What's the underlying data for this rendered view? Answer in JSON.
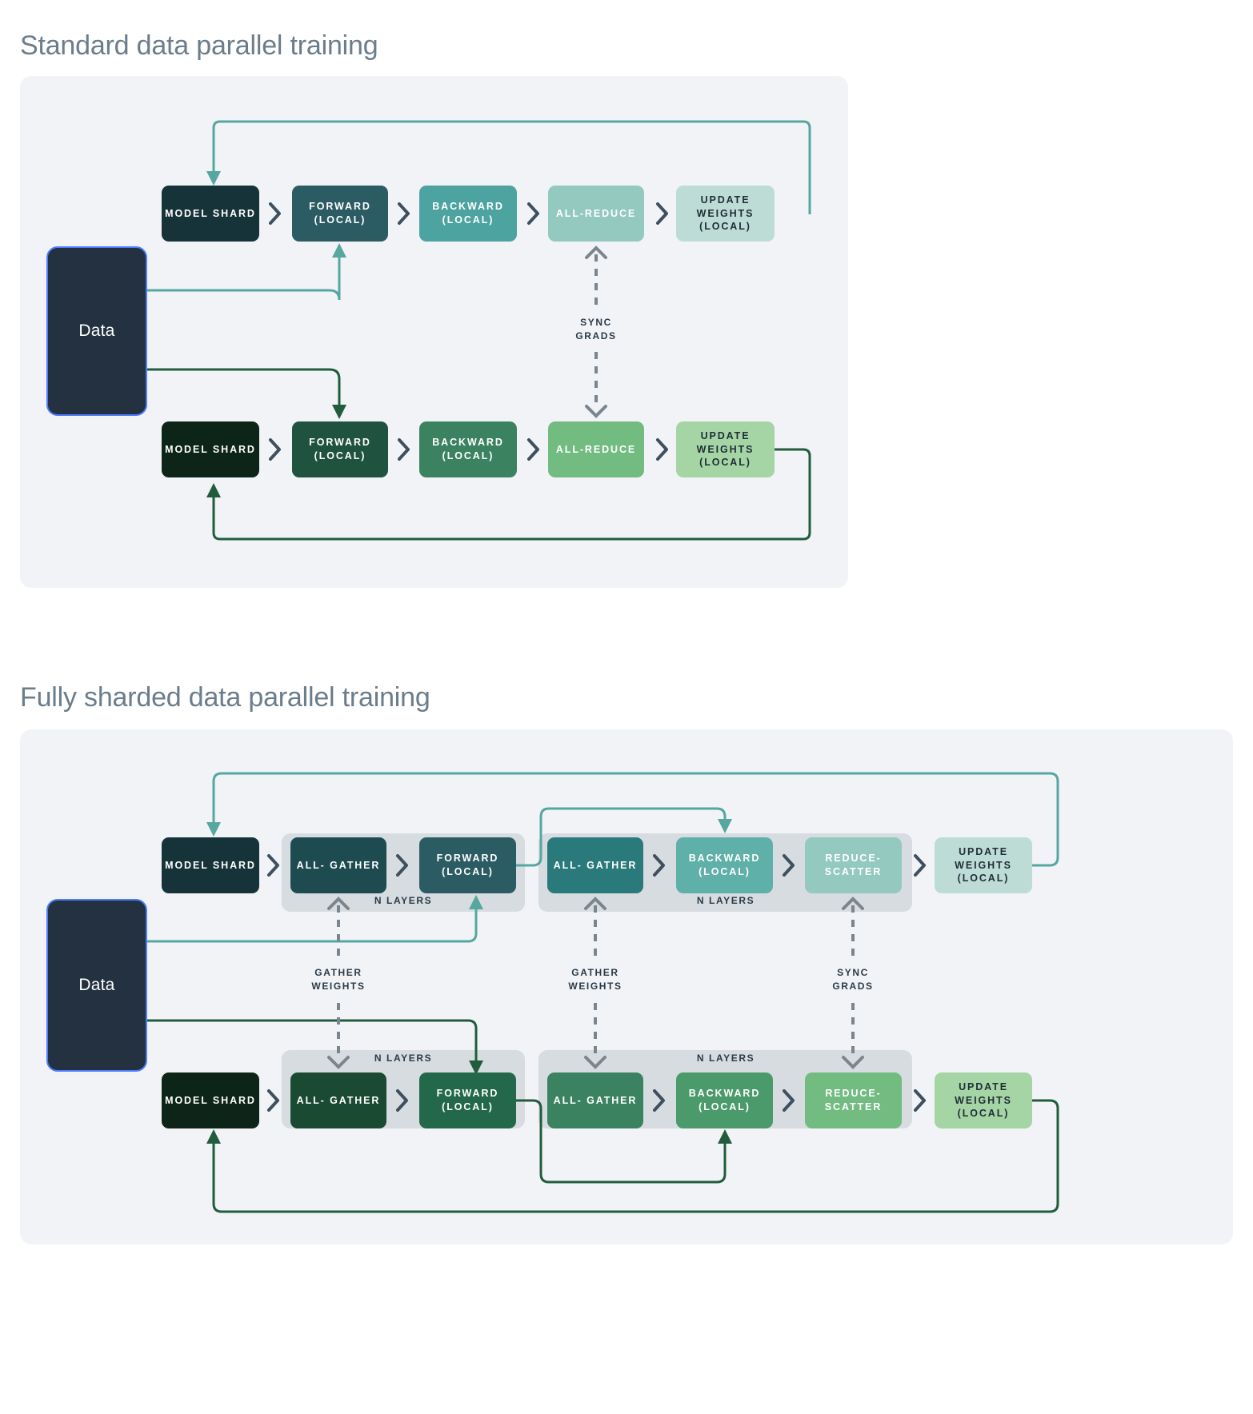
{
  "palette": {
    "page_bg": "#ffffff",
    "panel_bg": "#f1f3f7",
    "group_bg": "#d6dce0",
    "title_color": "#6b7c8c",
    "data_box": "#233140",
    "data_border": "#4d7cfe",
    "chevron": "#3e5060",
    "dashed": "#7b858d",
    "teal_flow": "#56a79f",
    "green_flow": "#215c3c",
    "teal_1": "#17333a",
    "teal_2": "#2c5c63",
    "teal_3": "#4da39f",
    "teal_4": "#93c9bf",
    "teal_5": "#bedcd6",
    "green_1": "#0d2418",
    "green_2": "#1f5340",
    "green_3": "#3b8360",
    "green_4": "#73bc81",
    "green_5": "#a5d5a5"
  },
  "sections": [
    {
      "id": "standard",
      "title": "Standard data parallel training",
      "data_label": "Data",
      "rows": [
        {
          "id": "standard-row-teal",
          "nodes": [
            {
              "label": "MODEL\nSHARD",
              "color": "#17333a",
              "text": "light"
            },
            {
              "label": "FORWARD\n(LOCAL)",
              "color": "#2c5c63",
              "text": "light"
            },
            {
              "label": "BACKWARD\n(LOCAL)",
              "color": "#4da39f",
              "text": "light"
            },
            {
              "label": "ALL-REDUCE",
              "color": "#93c9bf",
              "text": "light"
            },
            {
              "label": "UPDATE\nWEIGHTS\n(LOCAL)",
              "color": "#bedcd6",
              "text": "dark"
            }
          ]
        },
        {
          "id": "standard-row-green",
          "nodes": [
            {
              "label": "MODEL\nSHARD",
              "color": "#0d2418",
              "text": "light"
            },
            {
              "label": "FORWARD\n(LOCAL)",
              "color": "#1f5340",
              "text": "light"
            },
            {
              "label": "BACKWARD\n(LOCAL)",
              "color": "#3b8360",
              "text": "light"
            },
            {
              "label": "ALL-REDUCE",
              "color": "#73bc81",
              "text": "light"
            },
            {
              "label": "UPDATE\nWEIGHTS\n(LOCAL)",
              "color": "#a5d5a5",
              "text": "dark"
            }
          ]
        }
      ],
      "annotations": [
        {
          "id": "sync-grads",
          "label": "SYNC\nGRADS"
        }
      ]
    },
    {
      "id": "fsdp",
      "title": "Fully sharded data parallel training",
      "data_label": "Data",
      "rows": [
        {
          "id": "fsdp-row-teal",
          "nodes": [
            {
              "label": "MODEL\nSHARD",
              "color": "#17333a",
              "text": "light"
            },
            {
              "label": "ALL-\nGATHER",
              "color": "#1d4b4f",
              "text": "light"
            },
            {
              "label": "FORWARD\n(LOCAL)",
              "color": "#2c5c63",
              "text": "light"
            },
            {
              "label": "ALL-\nGATHER",
              "color": "#2a7a7b",
              "text": "light"
            },
            {
              "label": "BACKWARD\n(LOCAL)",
              "color": "#5fb0a9",
              "text": "light"
            },
            {
              "label": "REDUCE-\nSCATTER",
              "color": "#93c9bf",
              "text": "light"
            },
            {
              "label": "UPDATE\nWEIGHTS\n(LOCAL)",
              "color": "#bedcd6",
              "text": "dark"
            }
          ]
        },
        {
          "id": "fsdp-row-green",
          "nodes": [
            {
              "label": "MODEL\nSHARD",
              "color": "#0d2418",
              "text": "light"
            },
            {
              "label": "ALL-\nGATHER",
              "color": "#1b4a32",
              "text": "light"
            },
            {
              "label": "FORWARD\n(LOCAL)",
              "color": "#23684a",
              "text": "light"
            },
            {
              "label": "ALL-\nGATHER",
              "color": "#3b8360",
              "text": "light"
            },
            {
              "label": "BACKWARD\n(LOCAL)",
              "color": "#4b9a6c",
              "text": "light"
            },
            {
              "label": "REDUCE-\nSCATTER",
              "color": "#73bc81",
              "text": "light"
            },
            {
              "label": "UPDATE\nWEIGHTS\n(LOCAL)",
              "color": "#a5d5a5",
              "text": "dark"
            }
          ]
        }
      ],
      "group_labels": [
        {
          "id": "nlayers-top-left",
          "label": "N LAYERS"
        },
        {
          "id": "nlayers-top-right",
          "label": "N LAYERS"
        },
        {
          "id": "nlayers-bottom-left",
          "label": "N LAYERS"
        },
        {
          "id": "nlayers-bottom-right",
          "label": "N LAYERS"
        }
      ],
      "annotations": [
        {
          "id": "gather-weights-1",
          "label": "GATHER\nWEIGHTS"
        },
        {
          "id": "gather-weights-2",
          "label": "GATHER\nWEIGHTS"
        },
        {
          "id": "sync-grads-2",
          "label": "SYNC\nGRADS"
        }
      ]
    }
  ]
}
